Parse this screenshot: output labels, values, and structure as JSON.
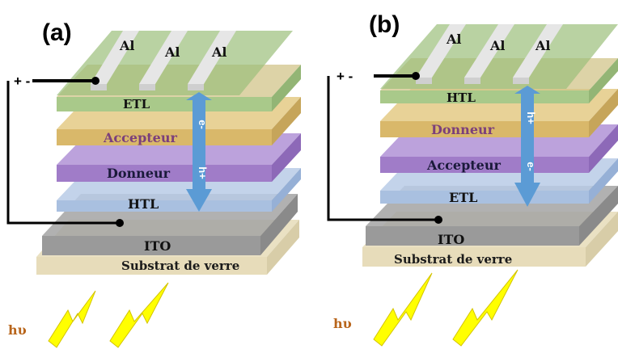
{
  "panels": [
    {
      "id": "a",
      "label": "(a)",
      "electrode_labels": [
        "Al",
        "Al",
        "Al"
      ],
      "circuit_label": "+ -",
      "layers": [
        "ETL",
        "Accepteur",
        "Donneur",
        "HTL",
        "ITO",
        "Substrat de verre"
      ],
      "arrow_up_label": "e-",
      "arrow_down_label": "h+",
      "light_label": "hυ"
    },
    {
      "id": "b",
      "label": "(b)",
      "electrode_labels": [
        "Al",
        "Al",
        "Al"
      ],
      "circuit_label": "+ -",
      "layers": [
        "HTL",
        "Donneur",
        "Accepteur",
        "ETL",
        "ITO",
        "Substrat de verre"
      ],
      "arrow_up_label": "h+",
      "arrow_down_label": "e-",
      "light_label": "hυ"
    }
  ],
  "colors": {
    "electrode_layer": "#9bbf7a",
    "transport_top_a": "#a9c98a",
    "acceptor_layer": "#d9b86a",
    "donor_layer": "#a07cc8",
    "htl_layer": "#a9c0e0",
    "ito_layer": "#9a9a9a",
    "glass_layer": "#e9dfc0",
    "arrow": "#5b9bd5",
    "lightning": "#ffff00",
    "hv_text": "#b8651b",
    "acceptor_text": "#7b3f7b",
    "wire": "#000000"
  }
}
